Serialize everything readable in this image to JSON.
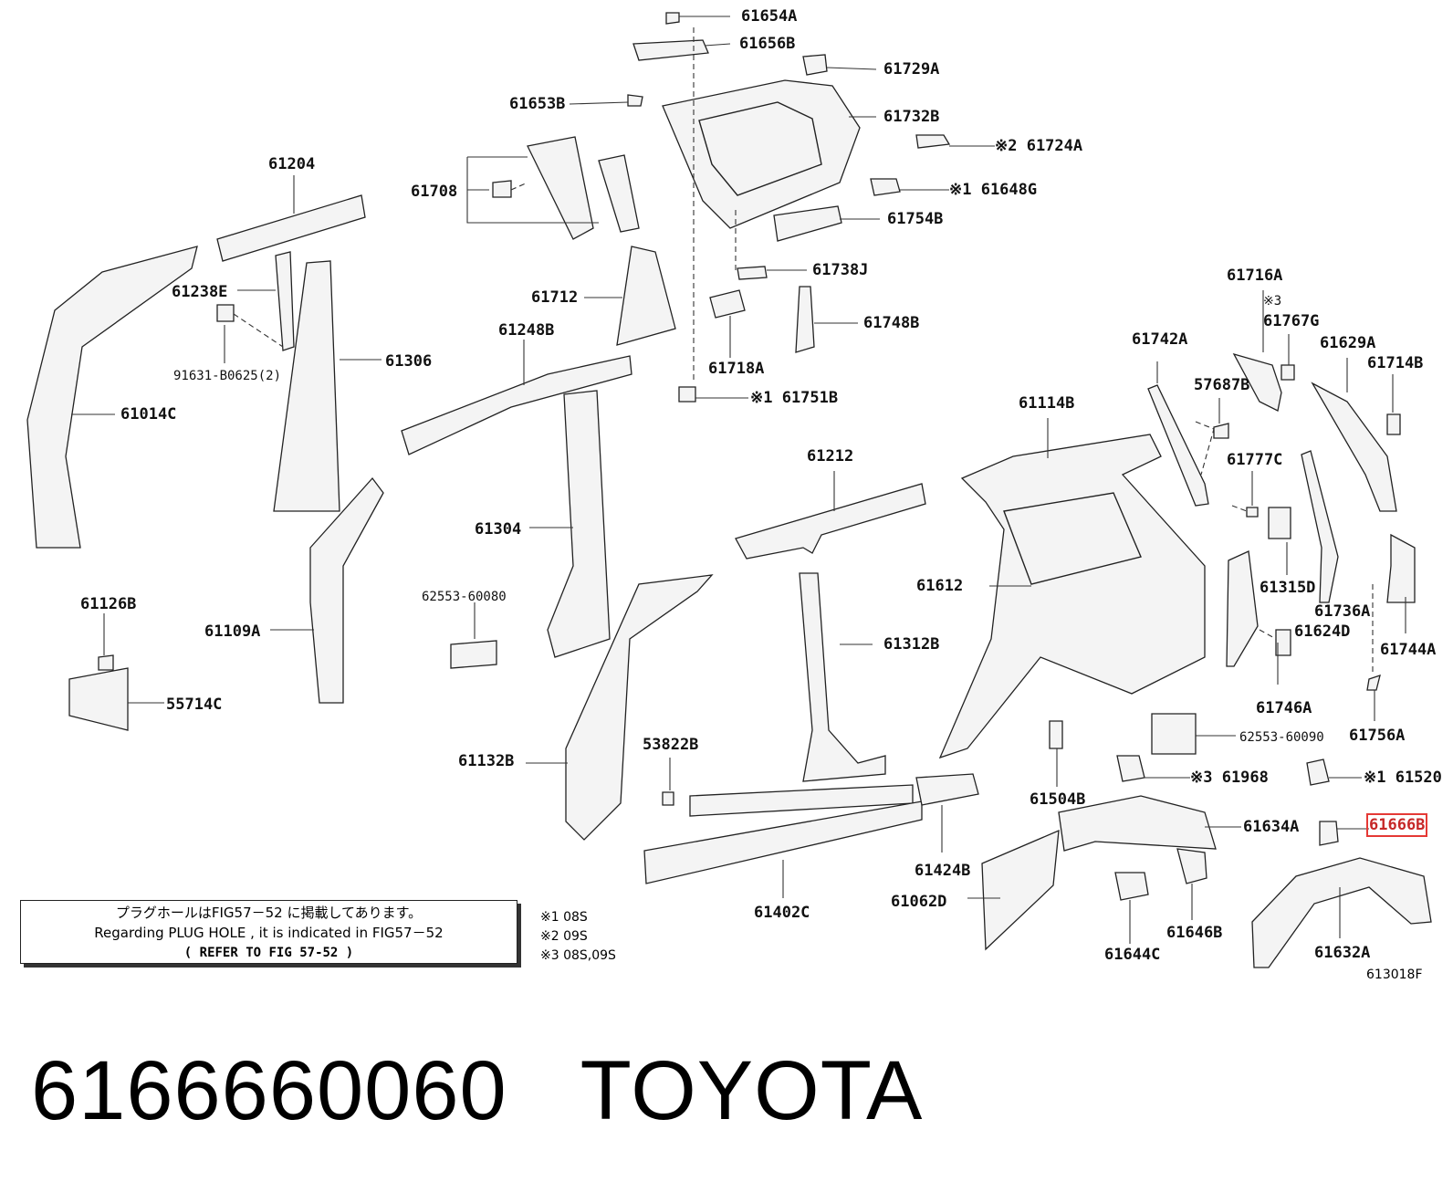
{
  "diagram": {
    "labels": {
      "p61654A": "61654A",
      "p61656B": "61656B",
      "p61729A": "61729A",
      "p61653B": "61653B",
      "p61732B": "61732B",
      "p61724A": "※2 61724A",
      "p61648G": "※1 61648G",
      "p61754B": "61754B",
      "p61738J": "61738J",
      "p61748B": "61748B",
      "p61718A": "61718A",
      "p61751B": "※1 61751B",
      "p61204": "61204",
      "p61708": "61708",
      "p61712": "61712",
      "p61238E": "61238E",
      "p91631": "91631-B0625(2)",
      "p61306": "61306",
      "p61014C": "61014C",
      "p61248B": "61248B",
      "p61304": "61304",
      "p62553a": "62553-60080",
      "p61126B": "61126B",
      "p55714C": "55714C",
      "p61109A": "61109A",
      "p61212": "61212",
      "p61312B": "61312B",
      "p61132B": "61132B",
      "p53822B": "53822B",
      "p61402C": "61402C",
      "p61424B": "61424B",
      "p61062D": "61062D",
      "p61114B": "61114B",
      "p61612": "61612",
      "p61504B": "61504B",
      "p61968": "※3 61968",
      "p61634A": "61634A",
      "p61644C": "61644C",
      "p61646B": "61646B",
      "p62553b": "62553-60090",
      "p61742A": "61742A",
      "p57687B": "57687B",
      "p61777C": "61777C",
      "p61315D": "61315D",
      "p61624D": "61624D",
      "p61746A": "61746A",
      "p61716A": "61716A",
      "p_mark3": "※3",
      "p61767G": "61767G",
      "p61629A": "61629A",
      "p61714B": "61714B",
      "p61736A": "61736A",
      "p61744A": "61744A",
      "p61756A": "61756A",
      "p61520": "※1 61520",
      "p61666B": "61666B",
      "p61632A": "61632A"
    },
    "note": {
      "line1": "プラグホールはFIG57－52 に掲載してあります。",
      "line2": "Regarding PLUG HOLE , it is indicated in FIG57－52",
      "line3": "(  REFER TO FIG 57-52  )"
    },
    "legend": [
      "※1 08S",
      "※2 09S",
      "※3 08S,09S"
    ],
    "figure_ref": "613018F"
  },
  "title": {
    "part_number": "6166660060",
    "brand": "TOYOTA"
  },
  "colors": {
    "highlight": "#e53935",
    "ink": "#222222"
  }
}
